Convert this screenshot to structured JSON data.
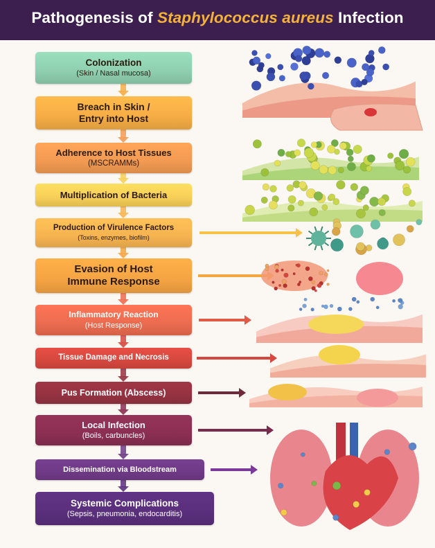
{
  "header": {
    "title_pre": "Pathogenesis of ",
    "title_em": "Staphylococcus aureus",
    "title_post": " Infection",
    "background": "#3d1f4f",
    "accent": "#f3b33b"
  },
  "steps": [
    {
      "main": "Colonization",
      "sub": "(Skin / Nasal mucosa)",
      "color": "#8fcfb0",
      "text": "dark"
    },
    {
      "main": "Breach in Skin / Entry into Host",
      "sub": "",
      "color": "#f6ad45",
      "text": "dark"
    },
    {
      "main": "Adherence to Host Tissues",
      "sub": "(MSCRAMMs)",
      "color": "#f29a52",
      "text": "dark"
    },
    {
      "main": "Multiplication of Bacteria",
      "sub": "",
      "color": "#f7cf58",
      "text": "dark"
    },
    {
      "main": "Production of Virulence Factors",
      "sub": "(Toxins, enzymes, biofilm)",
      "color": "#f7b451",
      "text": "dark"
    },
    {
      "main": "Evasion of Host Immune Response",
      "sub": "",
      "color": "#f5a443",
      "text": "dark"
    },
    {
      "main": "Inflammatory Reaction",
      "sub": "(Host Response)",
      "color": "#ec6c50",
      "text": "light"
    },
    {
      "main": "Tissue Damage and Necrosis",
      "sub": "",
      "color": "#d6483f",
      "text": "light"
    },
    {
      "main": "Pus Formation (Abscess)",
      "sub": "",
      "color": "#953241",
      "text": "light"
    },
    {
      "main": "Local Infection",
      "sub": "(Boils, carbuncles)",
      "color": "#8b2f52",
      "text": "light"
    },
    {
      "main": "Dissemination via Bloodstream",
      "sub": "",
      "color": "#6f3a86",
      "text": "light"
    },
    {
      "main": "Systemic Complications",
      "sub": "(Sepsis, pneumonia, endocarditis)",
      "color": "#5a2f7c",
      "text": "light"
    }
  ],
  "illustrations": [
    "colonized-skin-bacteria-illustration",
    "skin-wound-finger-illustration",
    "adherent-bacteria-illustration",
    "multiplying-bacteria-illustration",
    "virulence-factors-illustration",
    "immune-evasion-illustration",
    "inflamed-tissue-illustration",
    "necrotic-tissue-illustration",
    "abscess-illustration",
    "heart-lungs-illustration"
  ]
}
